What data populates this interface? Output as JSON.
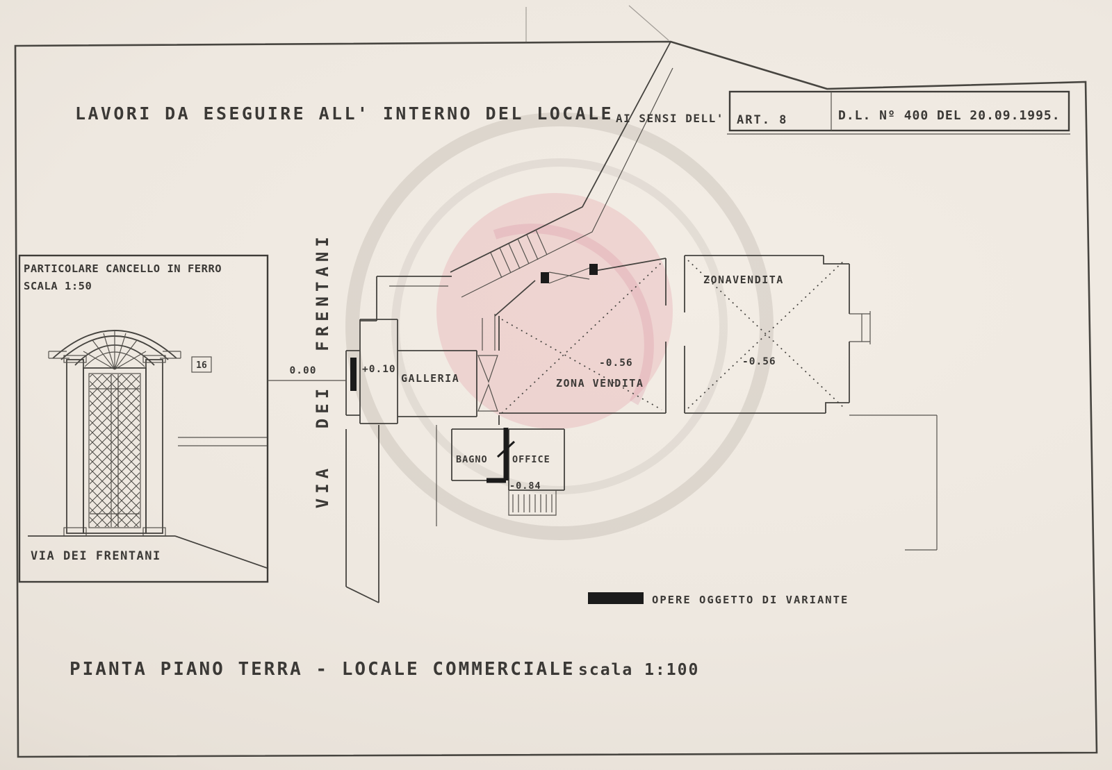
{
  "header": {
    "title": "LAVORI DA ESEGUIRE ALL' INTERNO DEL LOCALE",
    "subtitle": "AI SENSI DELL'",
    "art_ref": "ART. 8",
    "decree_ref": "D.L. Nº 400 DEL 20.09.1995."
  },
  "gate_detail": {
    "title": "PARTICOLARE CANCELLO IN FERRO",
    "scale": "SCALA 1:50",
    "house_number": "16",
    "street_label": "VIA DEI FRENTANI"
  },
  "street": {
    "word1": "VIA",
    "word2": "DEI",
    "word3": "FRENTANI"
  },
  "plan_labels": {
    "level_zero": "0.00",
    "level_entrance": "+0.10",
    "galleria": "GALLERIA",
    "zona_vendita_center": "ZONA VENDITA",
    "level_center": "-0.56",
    "zona_vendita_right": "ZONAVENDITA",
    "level_right": "-0.56",
    "bagno": "BAGNO",
    "office": "OFFICE",
    "level_office": "-0.84"
  },
  "legend": {
    "variant_label": "OPERE OGGETTO DI VARIANTE"
  },
  "footer": {
    "caption": "PIANTA PIANO TERRA - LOCALE COMMERCIALE",
    "scale_note": "scala 1:100"
  },
  "colors": {
    "ink": "#45433f",
    "heavy": "#1b1b1b",
    "paper": "#eee8e0",
    "watermark_pink": "#e59aa7",
    "watermark_gray": "#8f887f"
  }
}
